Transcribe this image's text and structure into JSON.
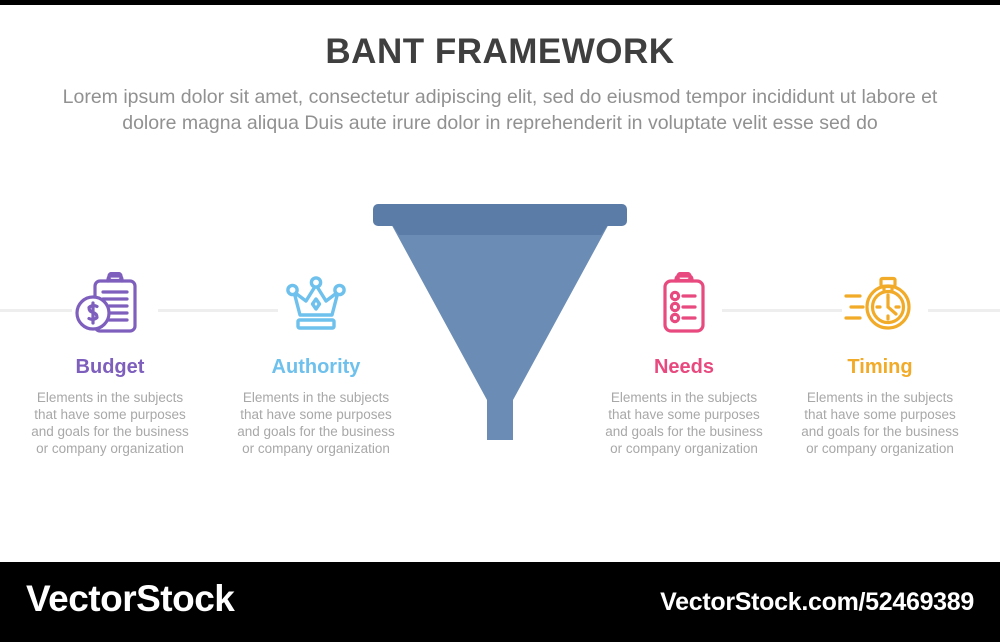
{
  "header": {
    "title": "BANT FRAMEWORK",
    "subtitle": "Lorem ipsum dolor sit amet, consectetur adipiscing elit, sed do eiusmod tempor incididunt ut labore et dolore magna aliqua Duis aute irure dolor in reprehenderit in voluptate velit esse sed do"
  },
  "funnel": {
    "top_bar_color": "#5b7ca6",
    "rim_color": "#5b7ca6",
    "body_color": "#6b8cb4",
    "neck_color": "#6b8cb4"
  },
  "connector_color": "#eeeeee",
  "items": [
    {
      "key": "budget",
      "icon": "clipboard-dollar-icon",
      "label": "Budget",
      "color": "#7e5fbd",
      "description": "Elements in the subjects\nthat have some purposes\nand goals for the  business\nor company organization"
    },
    {
      "key": "authority",
      "icon": "crown-icon",
      "label": "Authority",
      "color": "#6ec0ed",
      "description": "Elements in the subjects\nthat have some purposes\nand goals for the  business\nor company organization"
    },
    {
      "key": "needs",
      "icon": "clipboard-checklist-icon",
      "label": "Needs",
      "color": "#e8497f",
      "description": "Elements in the subjects\nthat have some purposes\nand goals for the  business\nor company organization"
    },
    {
      "key": "timing",
      "icon": "stopwatch-icon",
      "label": "Timing",
      "color": "#f2ab28",
      "description": "Elements in the subjects\nthat have some purposes\nand goals for the  business\nor company organization"
    }
  ],
  "footer": {
    "logo": "VectorStock",
    "url": "VectorStock.com/52469389"
  }
}
